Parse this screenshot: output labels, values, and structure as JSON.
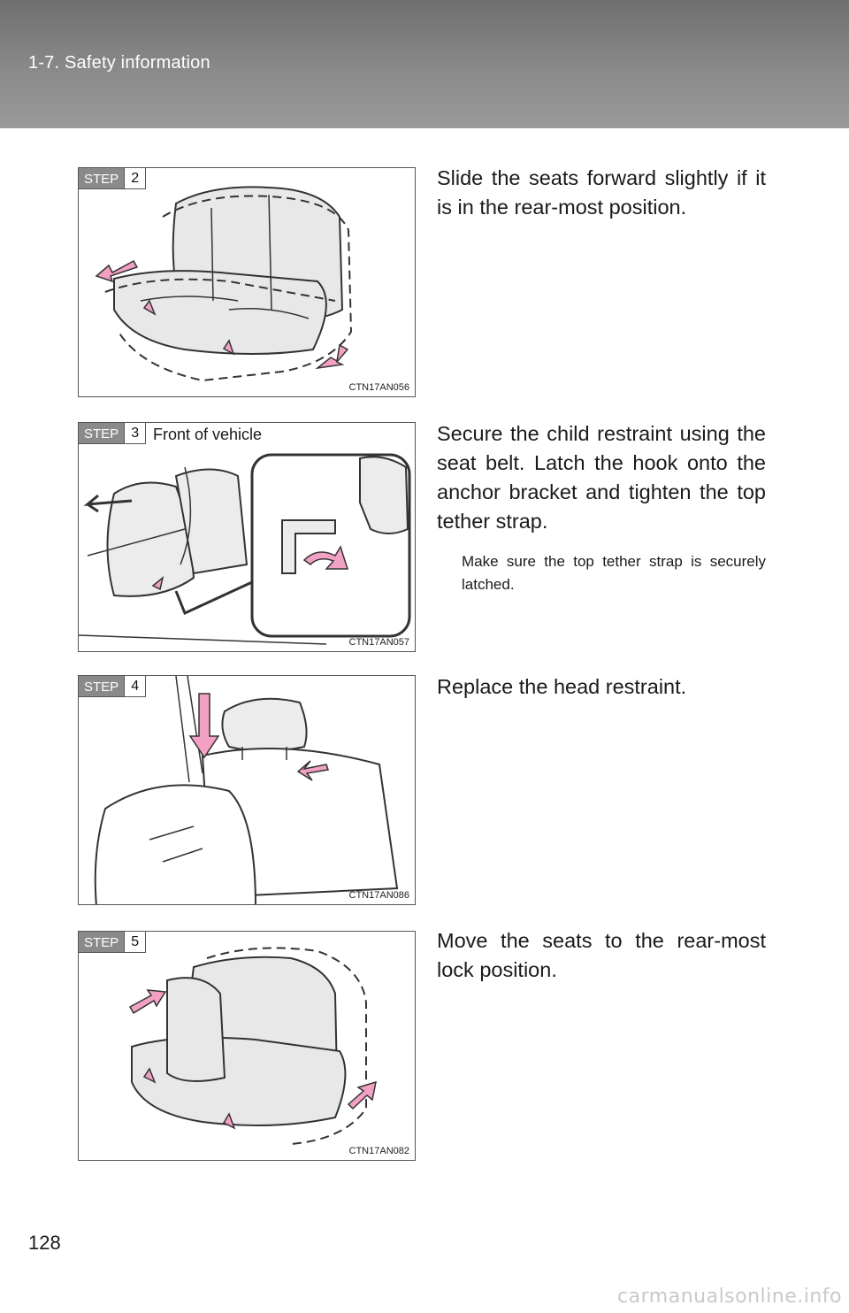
{
  "header": {
    "section_title": "1-7. Safety information"
  },
  "steps": [
    {
      "label": "STEP",
      "number": "2",
      "caption": "",
      "code": "CTN17AN056",
      "text": "Slide the seats forward slightly if it is in the rear-most position.",
      "note": ""
    },
    {
      "label": "STEP",
      "number": "3",
      "caption": "Front of vehicle",
      "code": "CTN17AN057",
      "text": "Secure the child restraint using the seat belt. Latch the hook onto the anchor bracket and tighten the top tether strap.",
      "note": "Make sure the top tether strap is securely latched."
    },
    {
      "label": "STEP",
      "number": "4",
      "caption": "",
      "code": "CTN17AN086",
      "text": "Replace the head restraint.",
      "note": ""
    },
    {
      "label": "STEP",
      "number": "5",
      "caption": "",
      "code": "CTN17AN082",
      "text": "Move the seats to the rear-most lock position.",
      "note": ""
    }
  ],
  "footer": {
    "page_number": "128",
    "watermark": "carmanualsonline.info"
  },
  "colors": {
    "header_bg": "#8a8a8a",
    "arrow_pink": "#f2a0c4",
    "seat_fill": "#e6e6e6"
  }
}
